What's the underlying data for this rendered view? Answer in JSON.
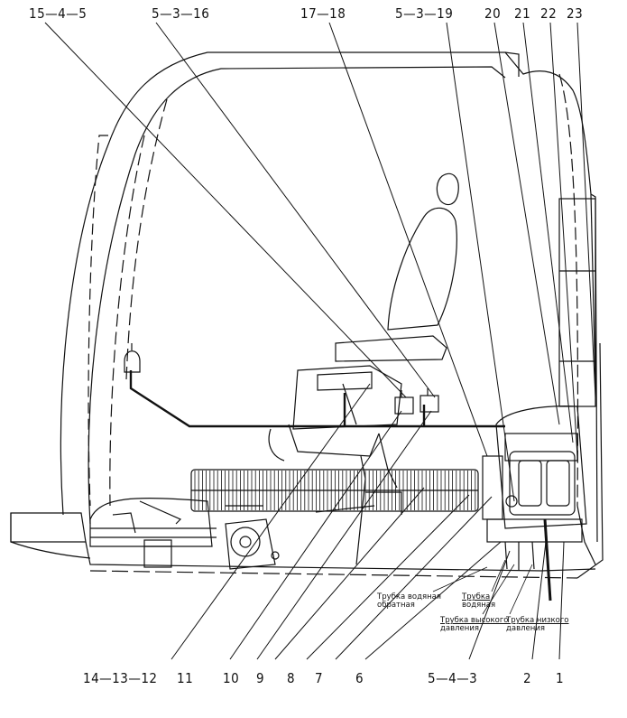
{
  "top_labels": [
    "15—4—5",
    "5—3—16",
    "17—18",
    "5—3—19",
    "20",
    "21",
    "22",
    "23"
  ],
  "bottom_labels": [
    "14—13—12",
    "11",
    "10",
    "9",
    "8",
    "7",
    "6",
    "5—4—3",
    "2",
    "1"
  ],
  "notes": {
    "return_water_1": "Трубка водяная",
    "return_water_2": "обратная",
    "water_1": "Трубка",
    "water_2": "водяная",
    "high_1": "Трубка высокого",
    "high_2": "давления",
    "low_1": "Трубка низкого",
    "low_2": "давления"
  }
}
